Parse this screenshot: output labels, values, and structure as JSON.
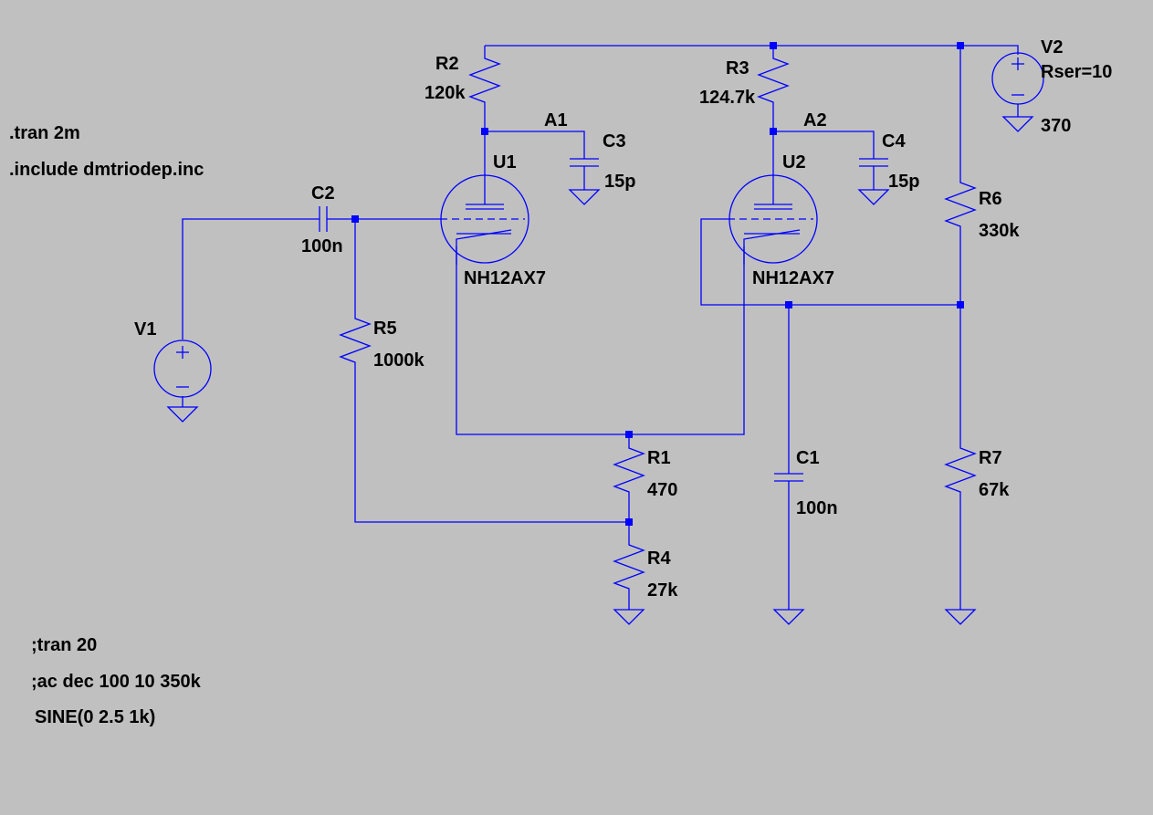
{
  "directives": {
    "tran": ".tran 2m",
    "include": ".include dmtriodep.inc",
    "tran_comment": ";tran 20",
    "ac_comment": ";ac dec 100 10 350k",
    "sine": "SINE(0 2.5 1k)"
  },
  "components": {
    "R1": {
      "name": "R1",
      "value": "470"
    },
    "R2": {
      "name": "R2",
      "value": "120k"
    },
    "R3": {
      "name": "R3",
      "value": "124.7k"
    },
    "R4": {
      "name": "R4",
      "value": "27k"
    },
    "R5": {
      "name": "R5",
      "value": "1000k"
    },
    "R6": {
      "name": "R6",
      "value": "330k"
    },
    "R7": {
      "name": "R7",
      "value": "67k"
    },
    "C1": {
      "name": "C1",
      "value": "100n"
    },
    "C2": {
      "name": "C2",
      "value": "100n"
    },
    "C3": {
      "name": "C3",
      "value": "15p"
    },
    "C4": {
      "name": "C4",
      "value": "15p"
    },
    "U1": {
      "name": "U1",
      "model": "NH12AX7"
    },
    "U2": {
      "name": "U2",
      "model": "NH12AX7"
    },
    "V1": {
      "name": "V1"
    },
    "V2": {
      "name": "V2",
      "rser": "Rser=10",
      "value": "370"
    }
  },
  "nets": {
    "A1": "A1",
    "A2": "A2"
  },
  "colors": {
    "background": "#c0c0c0",
    "wire": "#0000ff",
    "text": "#000000"
  }
}
